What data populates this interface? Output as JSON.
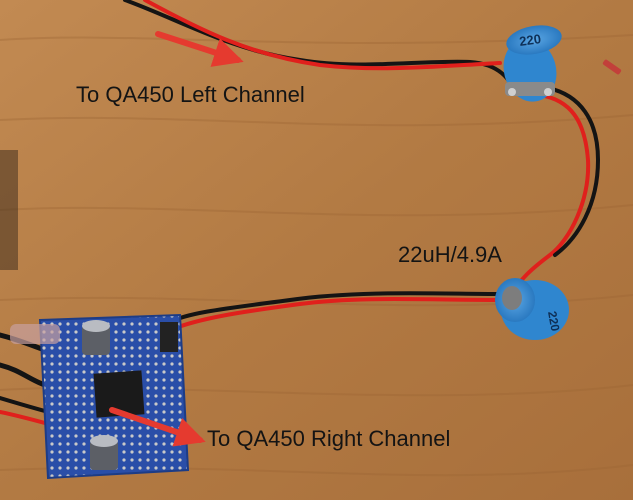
{
  "labels": {
    "left_channel": "To QA450 Left Channel",
    "inductor_spec": "22uH/4.9A",
    "right_channel": "To QA450 Right Channel"
  },
  "inductor_markings": {
    "upper": "220",
    "lower": "220"
  },
  "colors": {
    "wood": "#b8814b",
    "wire_red": "#e0201c",
    "wire_black": "#141414",
    "inductor_blue": "#2f86cf",
    "pcb_blue": "#2a4ea8",
    "arrow_red": "#e53a2f"
  }
}
